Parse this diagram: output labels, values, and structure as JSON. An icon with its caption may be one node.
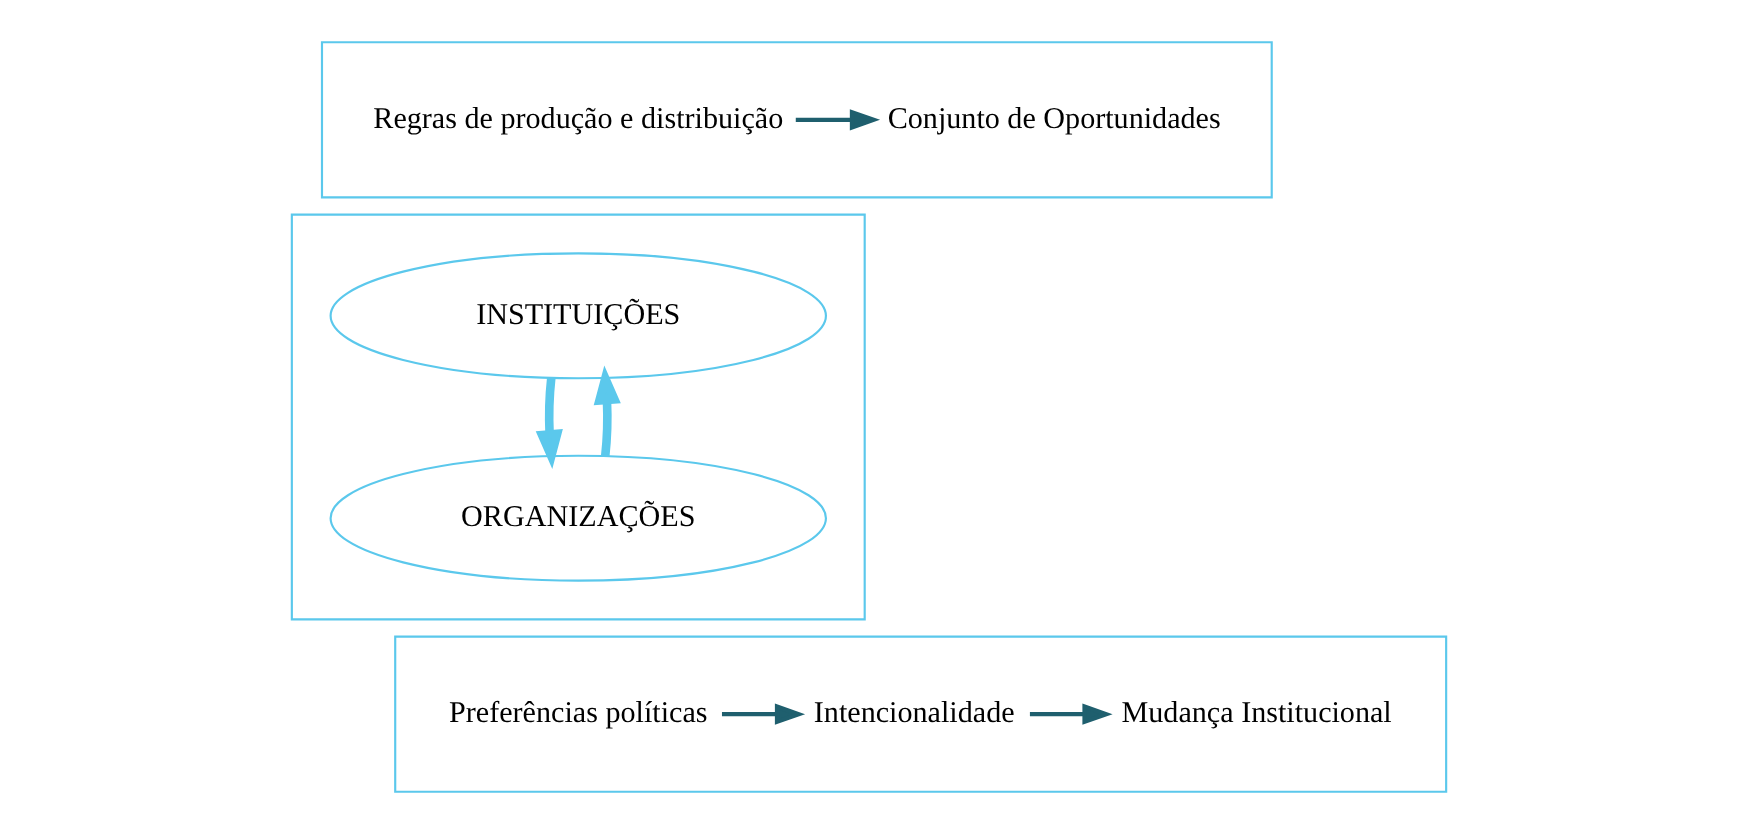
{
  "diagram": {
    "nodes": [
      {
        "text": [],
        "shape": "box"
      },
      {
        "text": [
          "Conjunto de Oportunidades"
        ],
        "in": 0
      },
      {
        "text": [
          "Regras de produção e distribuição"
        ],
        "in": 0
      },
      {
        "text": [],
        "shape": "box"
      },
      {
        "text": [
          "INSTITUIÇÕES"
        ],
        "in": 3
      },
      {
        "text": [
          "ORGANIZAÇÕES"
        ],
        "in": 3
      },
      {
        "text": [],
        "shape": "box"
      },
      {
        "text": [
          "Preferências políticas"
        ],
        "in": 6
      },
      {
        "text": [
          "Intencionalidade"
        ],
        "in": 6
      },
      {
        "text": [
          "Mudança Institucional"
        ],
        "in": 6
      }
    ],
    "edges": [
      {
        "from": 2,
        "to": 1,
        "arrow": "to"
      },
      {
        "from": 4,
        "to": 5,
        "arrow": "to",
        "style": "thick",
        "color": "#5bc8ec"
      },
      {
        "from": 5,
        "to": 4,
        "arrow": "to",
        "style": "thick",
        "color": "#5bc8ec"
      },
      {
        "from": 7,
        "to": 8,
        "arrow": "to"
      },
      {
        "from": 8,
        "to": 9,
        "arrow": "to"
      }
    ]
  }
}
